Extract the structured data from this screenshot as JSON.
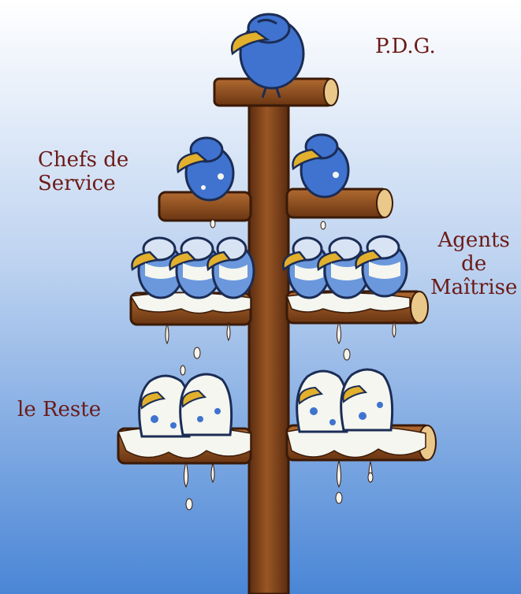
{
  "labels": {
    "pdg": "P.D.G.",
    "chefs": {
      "line1": "Chefs de",
      "line2": "Service"
    },
    "agents": {
      "line1": "Agents",
      "line2": "de",
      "line3": "Maîtrise"
    },
    "reste": "le Reste"
  },
  "colors": {
    "sky_top": "#ffffff",
    "sky_bottom": "#4a86d6",
    "wood": "#8a4a1c",
    "wood_dark": "#5a2c10",
    "bird_blue": "#3f73cf",
    "beak": "#e2b02c",
    "droppings": "#f4f6ef",
    "label_text": "#6b1a16"
  }
}
